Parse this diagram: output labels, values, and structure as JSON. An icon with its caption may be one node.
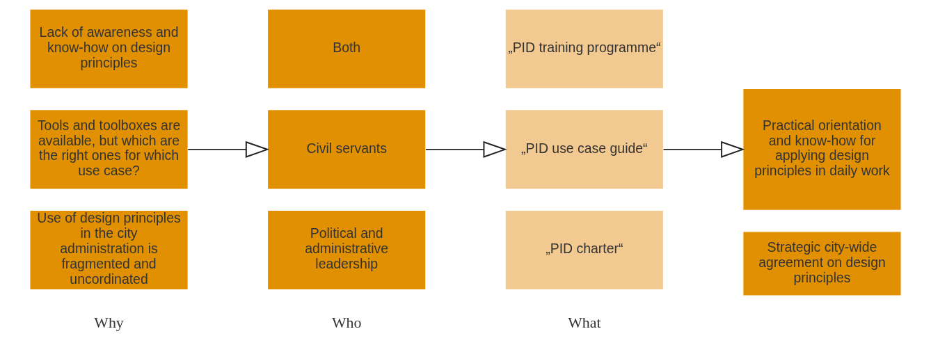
{
  "diagram": {
    "nodes": [
      {
        "text": [
          "Use of design principles in the city administration is fragmented and uncordinated"
        ]
      },
      {
        "text": [
          "Tools and toolboxes are available, but which are the right ones for which use case?"
        ]
      },
      {
        "text": [
          "Lack of awareness and know-how on design principles"
        ]
      },
      {
        "text": [
          "Political and administrative leadership"
        ]
      },
      {
        "text": [
          "Civil servants"
        ]
      },
      {
        "text": [
          "Both"
        ]
      },
      {
        "text": [
          "„PID charter“"
        ]
      },
      {
        "text": [
          "„PID use case guide“"
        ]
      },
      {
        "text": [
          "„PID training programme“"
        ]
      },
      {
        "text": [
          "Strategic city-wide agreement on design principles"
        ]
      },
      {
        "text": [
          "Practical orientation and know-how for applying design principles in daily work"
        ]
      }
    ],
    "edges": [
      {
        "from": 1,
        "to": 4,
        "arrow": "to"
      },
      {
        "from": 4,
        "to": 7,
        "arrow": "to"
      },
      {
        "from": 7,
        "to": 10,
        "arrow": "to"
      }
    ],
    "labels": [
      "Why",
      "Who",
      "What"
    ]
  }
}
